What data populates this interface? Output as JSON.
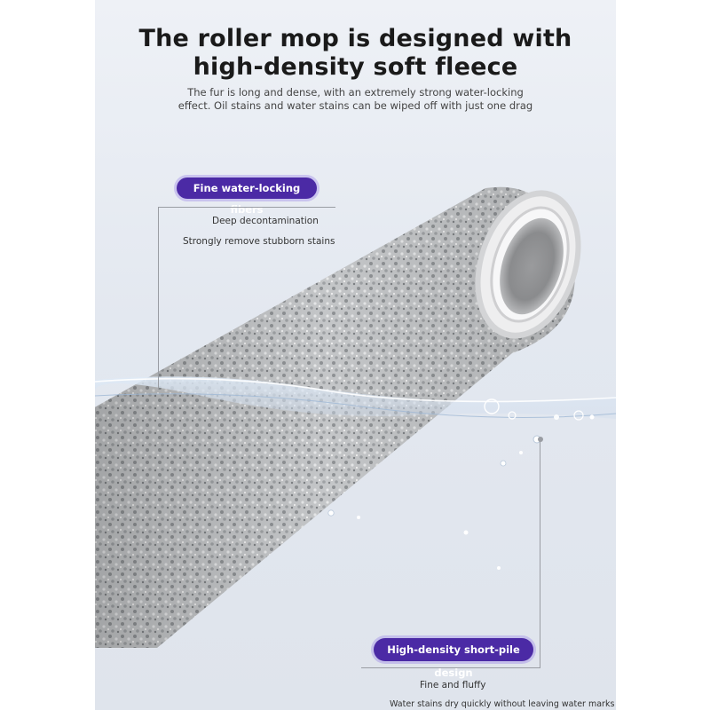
{
  "heading": {
    "line1": "The roller mop is designed with",
    "line2": "high-density soft fleece"
  },
  "subheading": {
    "line1": "The fur is long and dense, with an extremely strong water-locking",
    "line2": "effect. Oil stains and water stains can be wiped off with just one drag"
  },
  "callout_top": {
    "label": "Fine water-locking fibers",
    "points": [
      "Deep decontamination",
      "Strongly remove stubborn stains"
    ]
  },
  "callout_bottom": {
    "label": "High-density short-pile design",
    "points": [
      "Fine and fluffy",
      "Water stains dry quickly without leaving water marks"
    ]
  },
  "colors": {
    "accent": "#4b2aa5",
    "background": "#e6eaf1",
    "fleece": "#b9bbbd"
  }
}
